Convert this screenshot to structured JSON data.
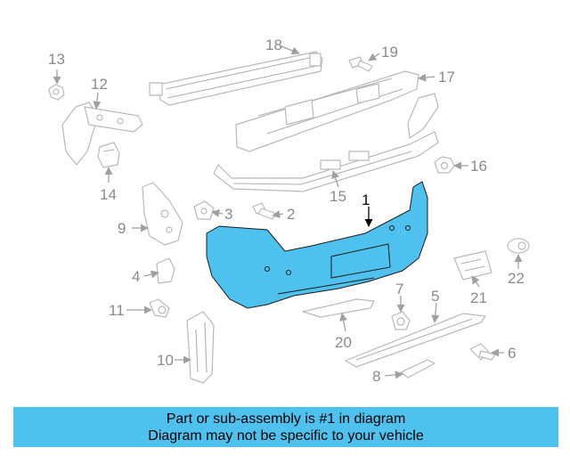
{
  "diagram": {
    "callouts": {
      "c1": "1",
      "c2": "2",
      "c3": "3",
      "c4": "4",
      "c5": "5",
      "c6": "6",
      "c7": "7",
      "c8": "8",
      "c9": "9",
      "c10": "10",
      "c11": "11",
      "c12": "12",
      "c13": "13",
      "c14": "14",
      "c15": "15",
      "c16": "16",
      "c17": "17",
      "c18": "18",
      "c19": "19",
      "c20": "20",
      "c21": "21",
      "c22": "22"
    },
    "colors": {
      "highlight_part": "#4fc1ef",
      "outline": "#b9b9b9",
      "callout_text": "#8a8a8a"
    }
  },
  "banner": {
    "line1": "Part or sub-assembly is #1 in diagram",
    "line2": "Diagram may not be specific to your vehicle",
    "color": "#4fc1ef"
  }
}
